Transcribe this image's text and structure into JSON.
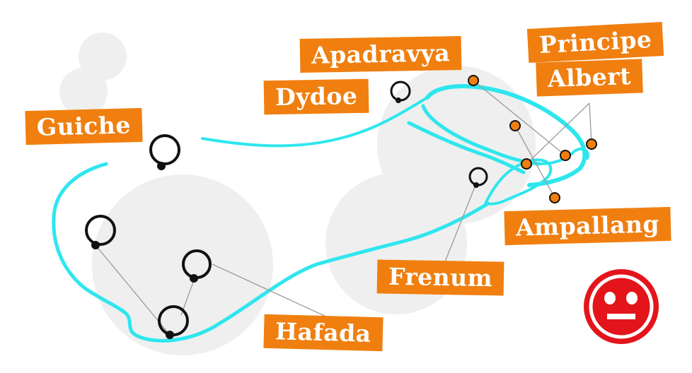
{
  "labels": {
    "guiche": "Guiche",
    "dydoe": "Dydoe",
    "apadravya": "Apadravya",
    "principe": "Principe",
    "albert": "Albert",
    "ampallang": "Ampallang",
    "frenum": "Frenum",
    "hafada": "Hafada"
  },
  "icons": {
    "face": "neutral-face-icon",
    "ring": "ring-piercing-icon",
    "stud": "stud-piercing-icon"
  },
  "colors": {
    "outline": "#2ee6ee",
    "label_bg": "#f07f0f",
    "label_text": "#ffffff",
    "ring": "#111111",
    "stud_fill": "#f07f0f",
    "connector": "#9a9a9a",
    "bg_circle": "#efefef",
    "face_red": "#e4141b"
  }
}
